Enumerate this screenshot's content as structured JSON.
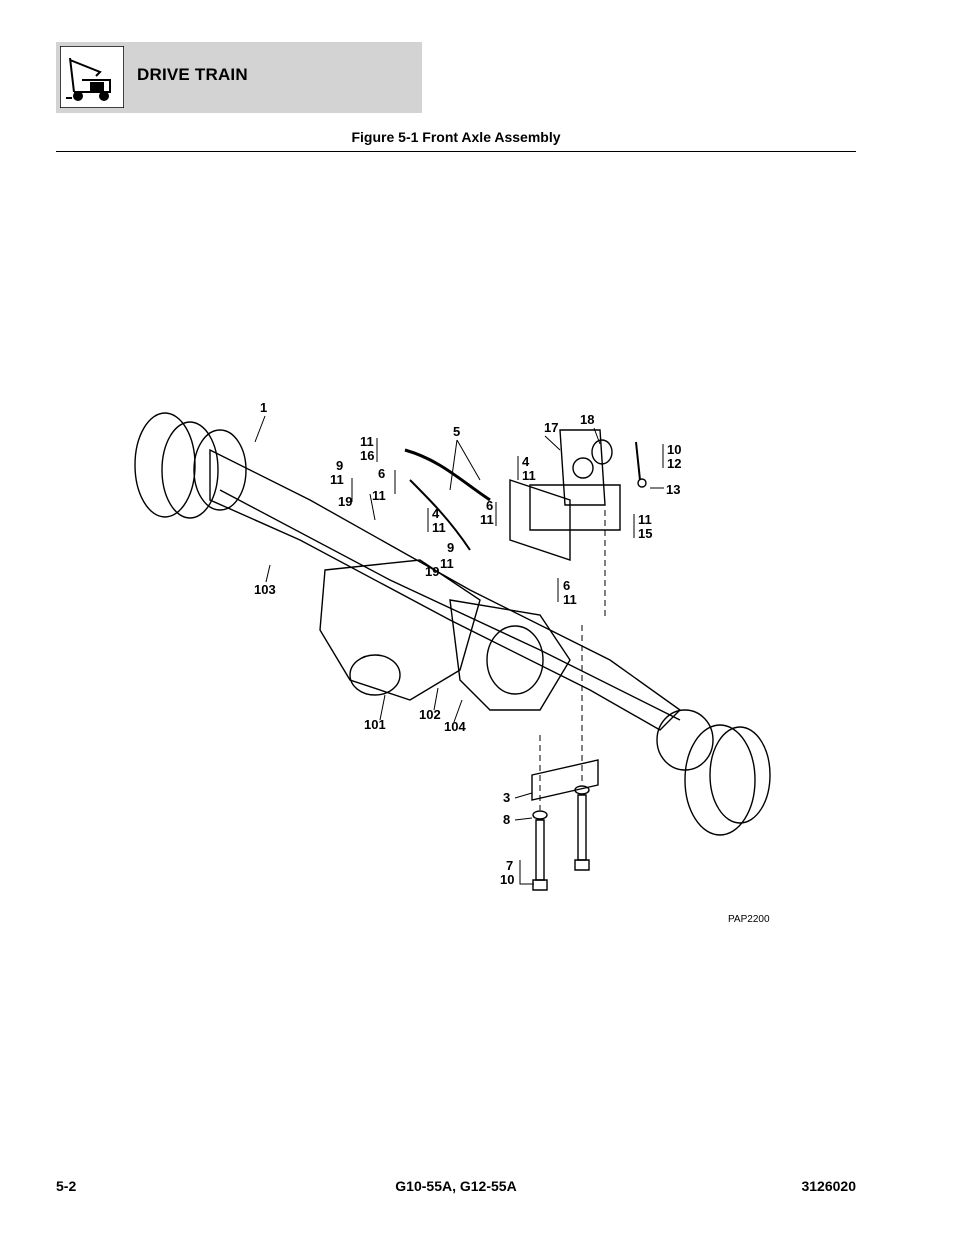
{
  "header": {
    "title": "DRIVE TRAIN",
    "icon": "forklift-icon"
  },
  "figure": {
    "title": "Figure 5-1 Front Axle Assembly",
    "code": "PAP2200",
    "callouts": [
      "1",
      "11",
      "16",
      "9",
      "11",
      "19",
      "6",
      "11",
      "4",
      "11",
      "5",
      "4",
      "11",
      "6",
      "11",
      "17",
      "18",
      "10",
      "12",
      "13",
      "11",
      "15",
      "9",
      "11",
      "19",
      "6",
      "11",
      "103",
      "101",
      "102",
      "104",
      "3",
      "8",
      "7",
      "10"
    ]
  },
  "footer": {
    "page": "5-2",
    "models": "G10-55A, G12-55A",
    "doc_number": "3126020"
  }
}
